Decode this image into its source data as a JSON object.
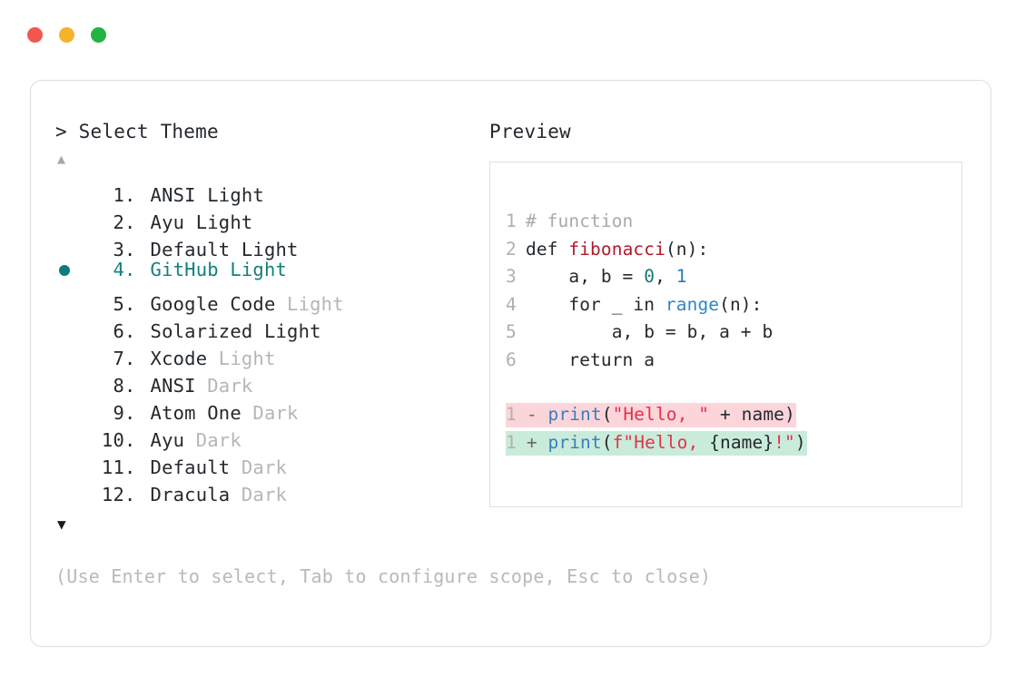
{
  "window": {
    "dots": [
      {
        "name": "close-dot",
        "color": "#f2574e"
      },
      {
        "name": "minimize-dot",
        "color": "#f5b32b"
      },
      {
        "name": "maximize-dot",
        "color": "#22b442"
      }
    ]
  },
  "selector": {
    "caret": ">",
    "prompt": " Select Theme",
    "scroll_up": "▲",
    "scroll_down": "▼",
    "bullet": "●",
    "selected_index": 4,
    "items": [
      {
        "index": "1",
        "dot": ".",
        "name": " ANSI Light",
        "variant": ""
      },
      {
        "index": "2",
        "dot": ".",
        "name": " Ayu Light",
        "variant": ""
      },
      {
        "index": "3",
        "dot": ".",
        "name": " Default Light",
        "variant": ""
      },
      {
        "index": "4",
        "dot": ".",
        "name": " GitHub Light",
        "variant": ""
      },
      {
        "index": "5",
        "dot": ".",
        "name": " Google Code",
        "variant": " Light"
      },
      {
        "index": "6",
        "dot": ".",
        "name": " Solarized Light",
        "variant": ""
      },
      {
        "index": "7",
        "dot": ".",
        "name": " Xcode",
        "variant": " Light"
      },
      {
        "index": "8",
        "dot": ".",
        "name": " ANSI",
        "variant": " Dark"
      },
      {
        "index": "9",
        "dot": ".",
        "name": " Atom One",
        "variant": " Dark"
      },
      {
        "index": "10",
        "dot": ".",
        "name": " Ayu",
        "variant": " Dark"
      },
      {
        "index": "11",
        "dot": ".",
        "name": " Default",
        "variant": " Dark"
      },
      {
        "index": "12",
        "dot": ".",
        "name": " Dracula",
        "variant": " Dark"
      }
    ]
  },
  "preview": {
    "title": "Preview",
    "code_lines": [
      {
        "ln": "1",
        "tokens": [
          {
            "t": "# function",
            "c": "comment"
          }
        ]
      },
      {
        "ln": "2",
        "tokens": [
          {
            "t": "def ",
            "c": "kw"
          },
          {
            "t": "fibonacci",
            "c": "fn"
          },
          {
            "t": "(n):",
            "c": "plain"
          }
        ]
      },
      {
        "ln": "3",
        "tokens": [
          {
            "t": "    a, b = ",
            "c": "plain"
          },
          {
            "t": "0",
            "c": "num"
          },
          {
            "t": ", ",
            "c": "plain"
          },
          {
            "t": "1",
            "c": "num2"
          }
        ]
      },
      {
        "ln": "4",
        "tokens": [
          {
            "t": "    for _ in ",
            "c": "plain"
          },
          {
            "t": "range",
            "c": "builtin"
          },
          {
            "t": "(n):",
            "c": "plain"
          }
        ]
      },
      {
        "ln": "5",
        "tokens": [
          {
            "t": "        a, b = b, a + b",
            "c": "plain"
          }
        ]
      },
      {
        "ln": "6",
        "tokens": [
          {
            "t": "    return a",
            "c": "plain"
          }
        ]
      }
    ],
    "diff_lines": [
      {
        "ln": "1",
        "kind": "del",
        "sign": "-",
        "tokens": [
          {
            "t": "print",
            "c": "call"
          },
          {
            "t": "(",
            "c": "plain"
          },
          {
            "t": "\"Hello, \"",
            "c": "str"
          },
          {
            "t": " + name)",
            "c": "plain"
          }
        ]
      },
      {
        "ln": "1",
        "kind": "add",
        "sign": "+",
        "tokens": [
          {
            "t": "print",
            "c": "call"
          },
          {
            "t": "(",
            "c": "plain"
          },
          {
            "t": "f\"Hello, ",
            "c": "str"
          },
          {
            "t": "{name}",
            "c": "plain"
          },
          {
            "t": "!\"",
            "c": "str"
          },
          {
            "t": ")",
            "c": "plain"
          }
        ]
      }
    ]
  },
  "footer": {
    "hint": "(Use Enter to select, Tab to configure scope, Esc to close)"
  },
  "colors": {
    "accent": "#12807c",
    "muted": "#b6b6b6",
    "text": "#24292e",
    "border": "#dedede",
    "diff_del_bg": "#fbd5da",
    "diff_add_bg": "#c9ebda"
  }
}
